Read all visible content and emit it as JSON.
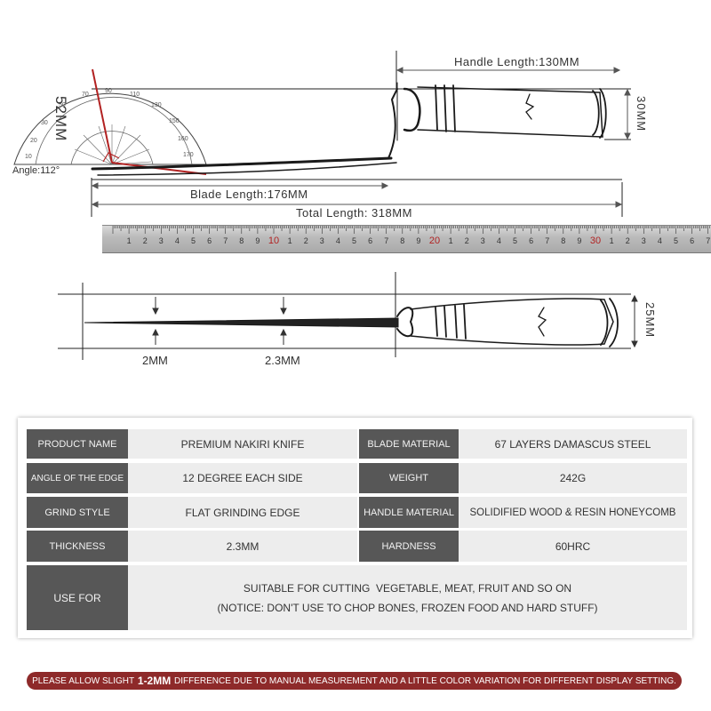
{
  "top_view": {
    "handle_length": "Handle Length:130MM",
    "blade_length": "Blade Length:176MM",
    "total_length": "Total Length: 318MM",
    "handle_height": "30MM",
    "blade_height": "52MM",
    "angle": "Angle:112°"
  },
  "ruler": {
    "unit_digits": [
      "1",
      "2",
      "3",
      "4",
      "5",
      "6",
      "7",
      "8",
      "9"
    ],
    "decade_labels": [
      "10",
      "20",
      "30"
    ]
  },
  "side_view": {
    "thickness_a": "2MM",
    "thickness_b": "2.3MM",
    "handle_width": "25MM"
  },
  "specs": {
    "product_name_label": "PRODUCT NAME",
    "product_name_value": "PREMIUM NAKIRI KNIFE",
    "blade_material_label": "BLADE MATERIAL",
    "blade_material_value": "67 LAYERS DAMASCUS STEEL",
    "edge_angle_label": "ANGLE OF THE EDGE",
    "edge_angle_value": "12 DEGREE EACH SIDE",
    "weight_label": "WEIGHT",
    "weight_value": "242G",
    "grind_style_label": "GRIND STYLE",
    "grind_style_value": "FLAT GRINDING EDGE",
    "handle_material_label": "HANDLE MATERIAL",
    "handle_material_value": "SOLIDIFIED WOOD & RESIN HONEYCOMB",
    "thickness_label": "THICKNESS",
    "thickness_value": "2.3MM",
    "hardness_label": "HARDNESS",
    "hardness_value": "60HRC",
    "use_for_label": "USE FOR",
    "use_for_line1": "SUITABLE FOR CUTTING  VEGETABLE, MEAT, FRUIT AND SO ON",
    "use_for_line2": "(NOTICE: DON'T USE TO CHOP BONES, FROZEN FOOD AND HARD STUFF)"
  },
  "notice": {
    "before": "PLEASE ALLOW SLIGHT",
    "highlight": "1-2MM",
    "after": "DIFFERENCE DUE TO MANUAL MEASUREMENT AND A LITTLE COLOR VARIATION FOR DIFFERENT DISPLAY SETTING."
  },
  "colors": {
    "accent_red": "#b22222",
    "label_cell": "#575757",
    "value_cell": "#ededed",
    "notice_bar": "#8e2a2a"
  }
}
